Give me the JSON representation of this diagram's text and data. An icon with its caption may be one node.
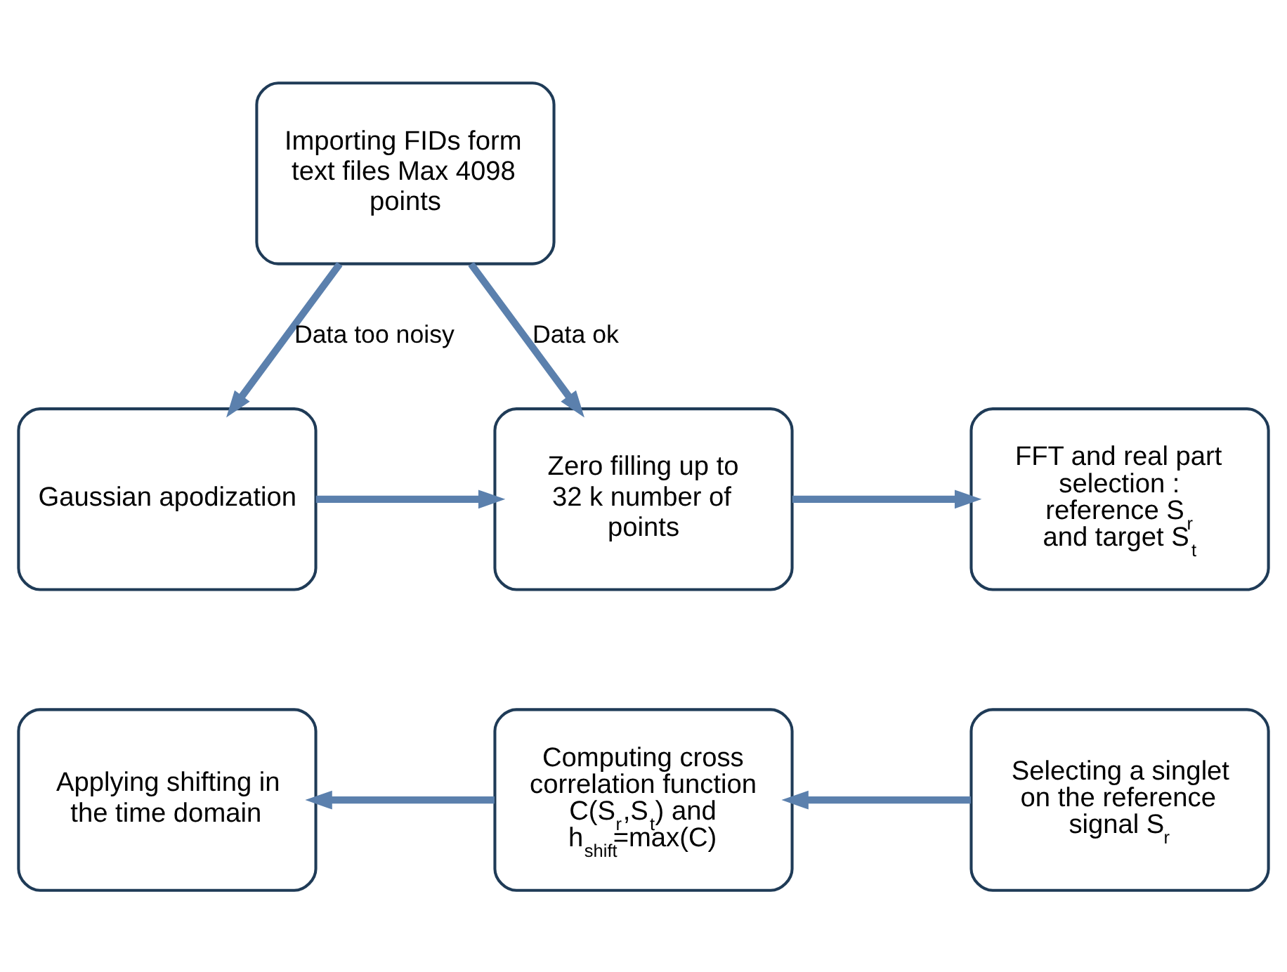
{
  "diagram": {
    "nodes": [
      {
        "text": [
          "Importing FIDs form text files Max 4098 points"
        ]
      },
      {
        "text": [
          "Gaussian apodization"
        ]
      },
      {
        "text": [
          "Zero filling up to 32 k number of points"
        ]
      },
      {
        "text": [
          "FFT and real part selection : reference S$_{r}$ and target S$_{t}$"
        ]
      },
      {
        "text": [
          "Applying shifting in the time domain"
        ]
      },
      {
        "text": [
          "Computing cross correlation function C(S$_{r}$,S$_{t}$) and h$_{shift}$=max(C)"
        ]
      },
      {
        "text": [
          "Selecting a singlet on the reference signal S$_{r}$"
        ]
      }
    ],
    "edges": [
      {
        "from": 0,
        "to": 1,
        "arrow": "to",
        "label": "Data too noisy"
      },
      {
        "from": 0,
        "to": 2,
        "arrow": "to",
        "label": "Data ok"
      },
      {
        "from": 1,
        "to": 2,
        "arrow": "to"
      },
      {
        "from": 2,
        "to": 3,
        "arrow": "to"
      },
      {
        "from": 6,
        "to": 5,
        "arrow": "to"
      },
      {
        "from": 5,
        "to": 4,
        "arrow": "to"
      }
    ]
  }
}
